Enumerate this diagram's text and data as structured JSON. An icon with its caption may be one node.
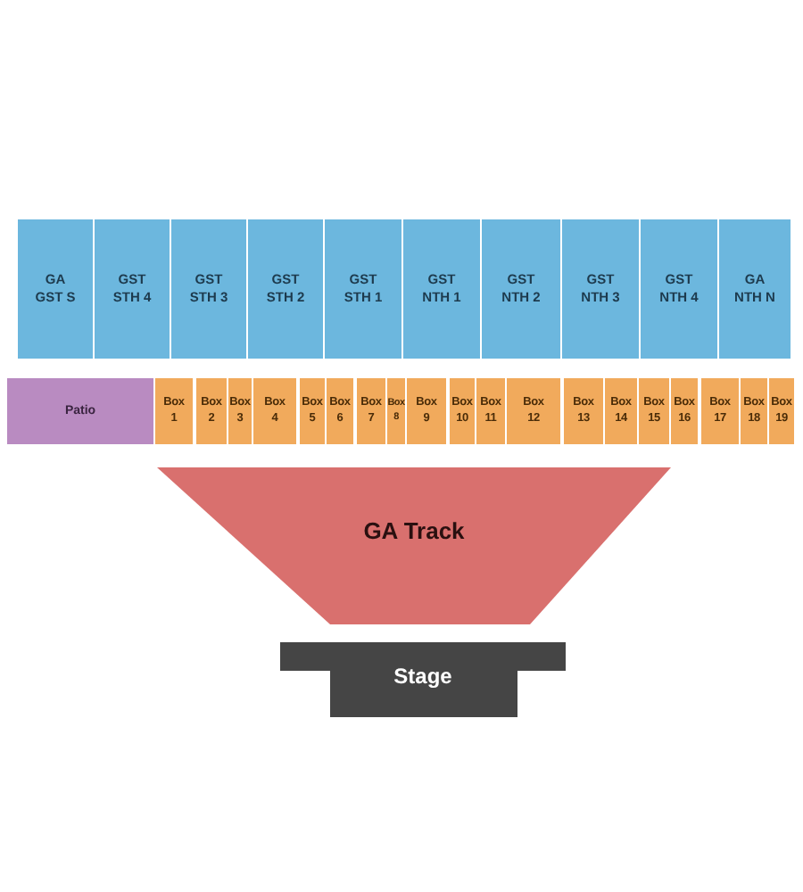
{
  "diagram": {
    "nodes": [
      {
        "text": [
          "GA GST S"
        ]
      },
      {
        "text": [
          "GST STH 4"
        ]
      },
      {
        "text": [
          "GST STH 3"
        ]
      },
      {
        "text": [
          "GST STH 2"
        ]
      },
      {
        "text": [
          "GST STH 1"
        ]
      },
      {
        "text": [
          "GST NTH 1"
        ]
      },
      {
        "text": [
          "GST NTH 2"
        ]
      },
      {
        "text": [
          "GST NTH 3"
        ]
      },
      {
        "text": [
          "GST NTH 4"
        ]
      },
      {
        "text": [
          "GA NTH N"
        ]
      },
      {
        "text": [
          "Patio"
        ]
      },
      {
        "text": [
          "Box 1"
        ]
      },
      {
        "text": [
          "Box 2"
        ]
      },
      {
        "text": [
          "Box 3"
        ]
      },
      {
        "text": [
          "Box 4"
        ]
      },
      {
        "text": [
          "Box 5"
        ]
      },
      {
        "text": [
          "Box 6"
        ]
      },
      {
        "text": [
          "Box 7"
        ]
      },
      {
        "text": [
          "Box 8"
        ]
      },
      {
        "text": [
          "Box 9"
        ]
      },
      {
        "text": [
          "Box 10"
        ]
      },
      {
        "text": [
          "Box 11"
        ]
      },
      {
        "text": [
          "Box 12"
        ]
      },
      {
        "text": [
          "Box 13"
        ]
      },
      {
        "text": [
          "Box 14"
        ]
      },
      {
        "text": [
          "Box 15"
        ]
      },
      {
        "text": [
          "Box 16"
        ]
      },
      {
        "text": [
          "Box 17"
        ]
      },
      {
        "text": [
          "Box 18"
        ]
      },
      {
        "text": [
          "Box 19"
        ]
      },
      {
        "text": [
          "GA Track"
        ]
      },
      {
        "text": [
          "Stage"
        ]
      }
    ]
  }
}
